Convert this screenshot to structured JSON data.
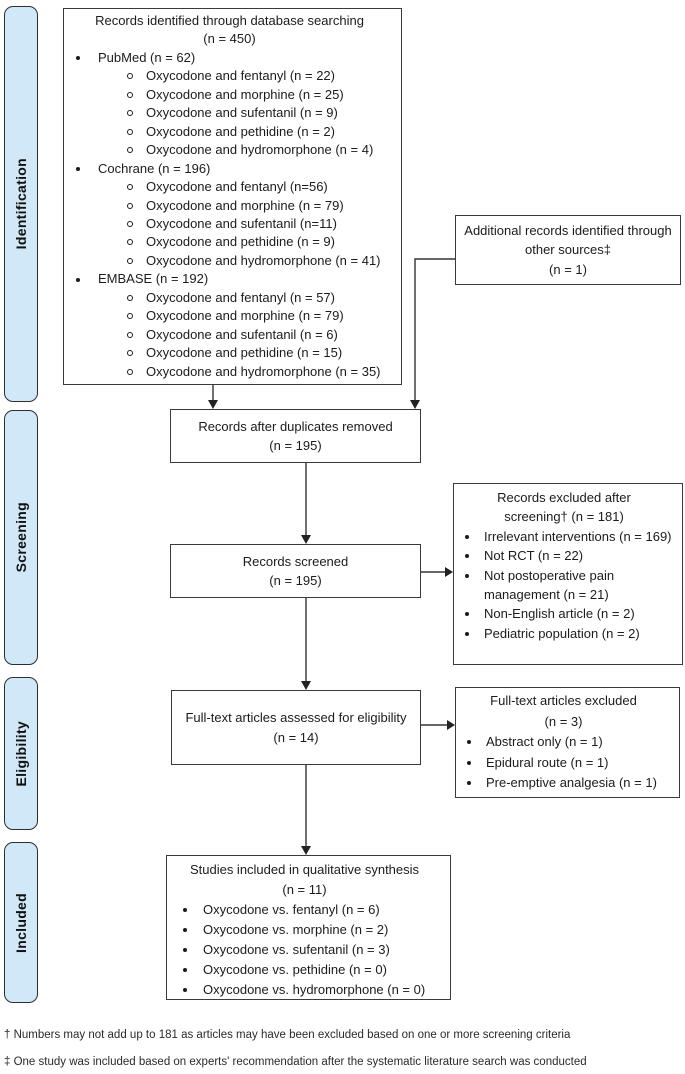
{
  "stages": [
    {
      "label": "Identification"
    },
    {
      "label": "Screening"
    },
    {
      "label": "Eligibility"
    },
    {
      "label": "Included"
    }
  ],
  "boxes": {
    "identified": {
      "title": "Records identified through database searching",
      "count": "(n = 450)",
      "sources": [
        {
          "label": "PubMed (n = 62)",
          "items": [
            "Oxycodone and fentanyl (n = 22)",
            "Oxycodone and morphine (n = 25)",
            "Oxycodone and sufentanil (n = 9)",
            "Oxycodone and pethidine (n = 2)",
            "Oxycodone and hydromorphone (n = 4)"
          ]
        },
        {
          "label": "Cochrane (n = 196)",
          "items": [
            "Oxycodone and fentanyl (n=56)",
            "Oxycodone and morphine (n = 79)",
            "Oxycodone and sufentanil (n=11)",
            "Oxycodone and pethidine (n = 9)",
            "Oxycodone and hydromorphone (n = 41)"
          ]
        },
        {
          "label": "EMBASE (n = 192)",
          "items": [
            "Oxycodone and fentanyl (n = 57)",
            "Oxycodone and morphine (n = 79)",
            "Oxycodone and sufentanil (n = 6)",
            "Oxycodone and pethidine (n = 15)",
            "Oxycodone and hydromorphone (n = 35)"
          ]
        }
      ]
    },
    "additional": {
      "title": "Additional records identified through other sources‡",
      "count": "(n = 1)"
    },
    "deduplicated": {
      "title": "Records after duplicates removed",
      "count": "(n = 195)"
    },
    "screened": {
      "title": "Records screened",
      "count": "(n = 195)"
    },
    "excluded_screening": {
      "title": "Records excluded after screening† (n = 181)",
      "items": [
        "Irrelevant interventions (n = 169)",
        "Not RCT (n = 22)",
        "Not postoperative pain management (n = 21)",
        "Non-English article (n = 2)",
        "Pediatric population (n = 2)"
      ]
    },
    "fulltext": {
      "title": "Full-text articles assessed for eligibility",
      "count": "(n = 14)"
    },
    "fulltext_excluded": {
      "title": "Full-text articles excluded",
      "count": "(n = 3)",
      "items": [
        "Abstract only (n = 1)",
        "Epidural route (n = 1)",
        "Pre-emptive analgesia (n = 1)"
      ]
    },
    "included_studies": {
      "title": "Studies included in qualitative synthesis",
      "count": "(n = 11)",
      "items": [
        "Oxycodone vs. fentanyl (n = 6)",
        "Oxycodone vs. morphine (n = 2)",
        "Oxycodone vs. sufentanil (n = 3)",
        "Oxycodone vs. pethidine (n = 0)",
        "Oxycodone vs. hydromorphone (n = 0)"
      ]
    }
  },
  "footnotes": [
    "† Numbers may not add up to 181 as articles may have been excluded based on one or more screening criteria",
    "‡ One study was included based on experts' recommendation after the systematic literature search was conducted"
  ],
  "colors": {
    "stage_fill": "#d0e8f7",
    "stage_border": "#2e2e2e",
    "box_border": "#3a3a3a",
    "arrow": "#333333"
  }
}
